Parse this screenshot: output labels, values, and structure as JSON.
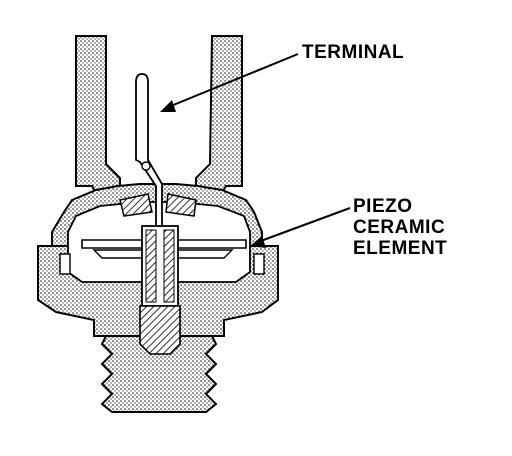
{
  "callouts": {
    "terminal": "TERMINAL",
    "piezo_lines": [
      "PIEZO",
      "CERAMIC",
      "ELEMENT"
    ]
  },
  "colors": {
    "ink": "#000000",
    "hatch": "#000000",
    "paper": "#ffffff"
  }
}
